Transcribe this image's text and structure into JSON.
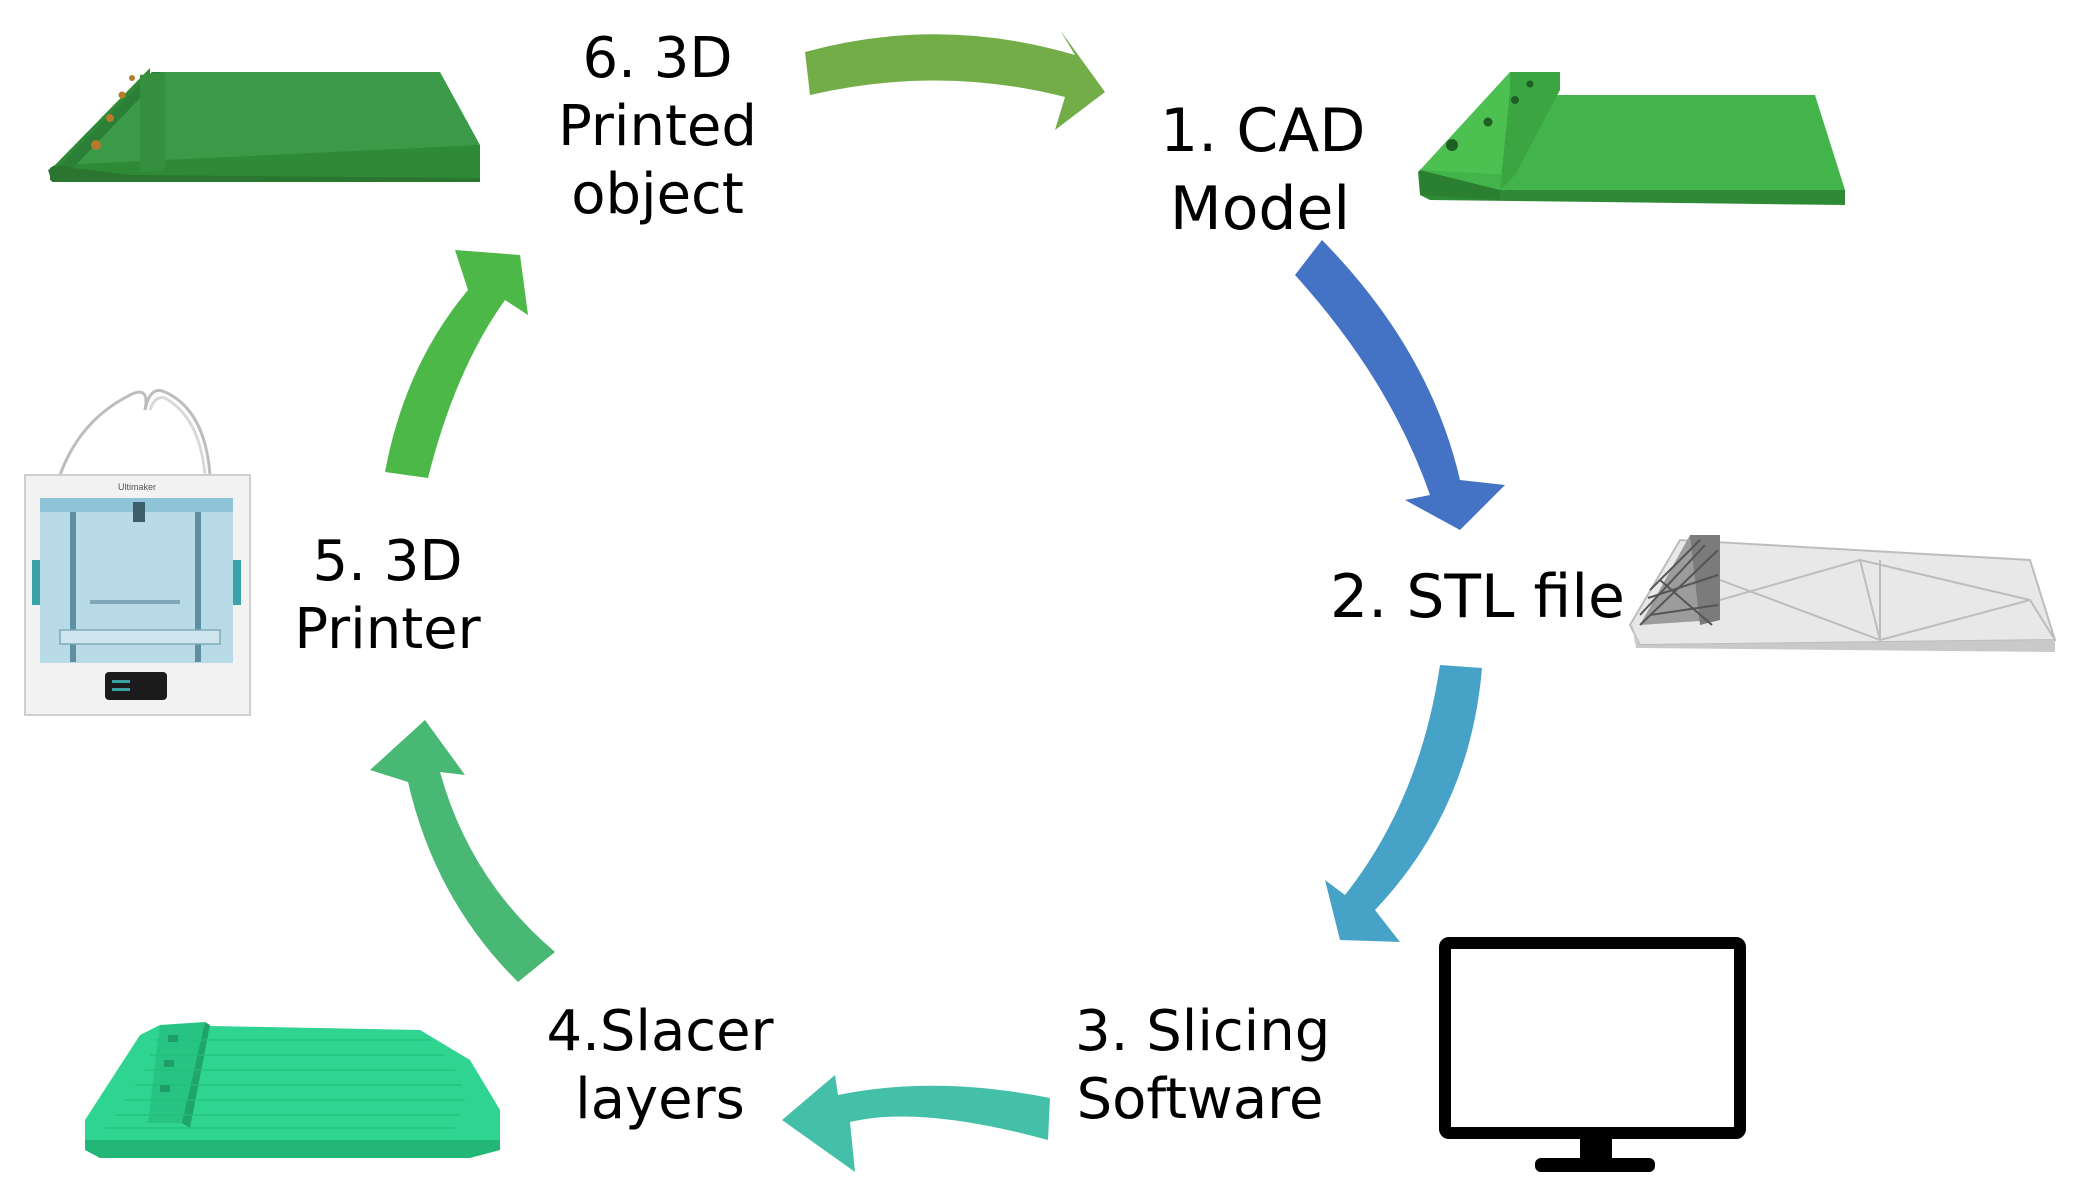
{
  "steps": [
    {
      "id": "cad",
      "lines": [
        "1. CAD",
        "Model"
      ]
    },
    {
      "id": "stl",
      "lines": [
        "2. STL file"
      ]
    },
    {
      "id": "slicing",
      "lines": [
        "3. Slicing",
        "Software"
      ]
    },
    {
      "id": "slicer",
      "lines": [
        "4.Slacer",
        "layers"
      ]
    },
    {
      "id": "printer",
      "lines": [
        "5. 3D",
        "Printer"
      ]
    },
    {
      "id": "printed",
      "lines": [
        "6. 3D",
        "Printed",
        "object"
      ]
    }
  ],
  "printer_brand": "Ultimaker",
  "colors": {
    "arrow_printed_to_cad": "#72ad47",
    "arrow_cad_to_stl": "#4472c4",
    "arrow_stl_to_slicing": "#47a2c7",
    "arrow_slicing_to_slicer": "#44c0a8",
    "arrow_slicer_to_printer": "#4ab875",
    "arrow_printer_to_printed": "#4cb848",
    "part_green": "#43b449",
    "part_green_dark": "#2f8a35",
    "part_printed": "#3a9a48",
    "part_slicer": "#2ed48f",
    "stl_gray": "#e8e8e8",
    "monitor": "#000000"
  }
}
